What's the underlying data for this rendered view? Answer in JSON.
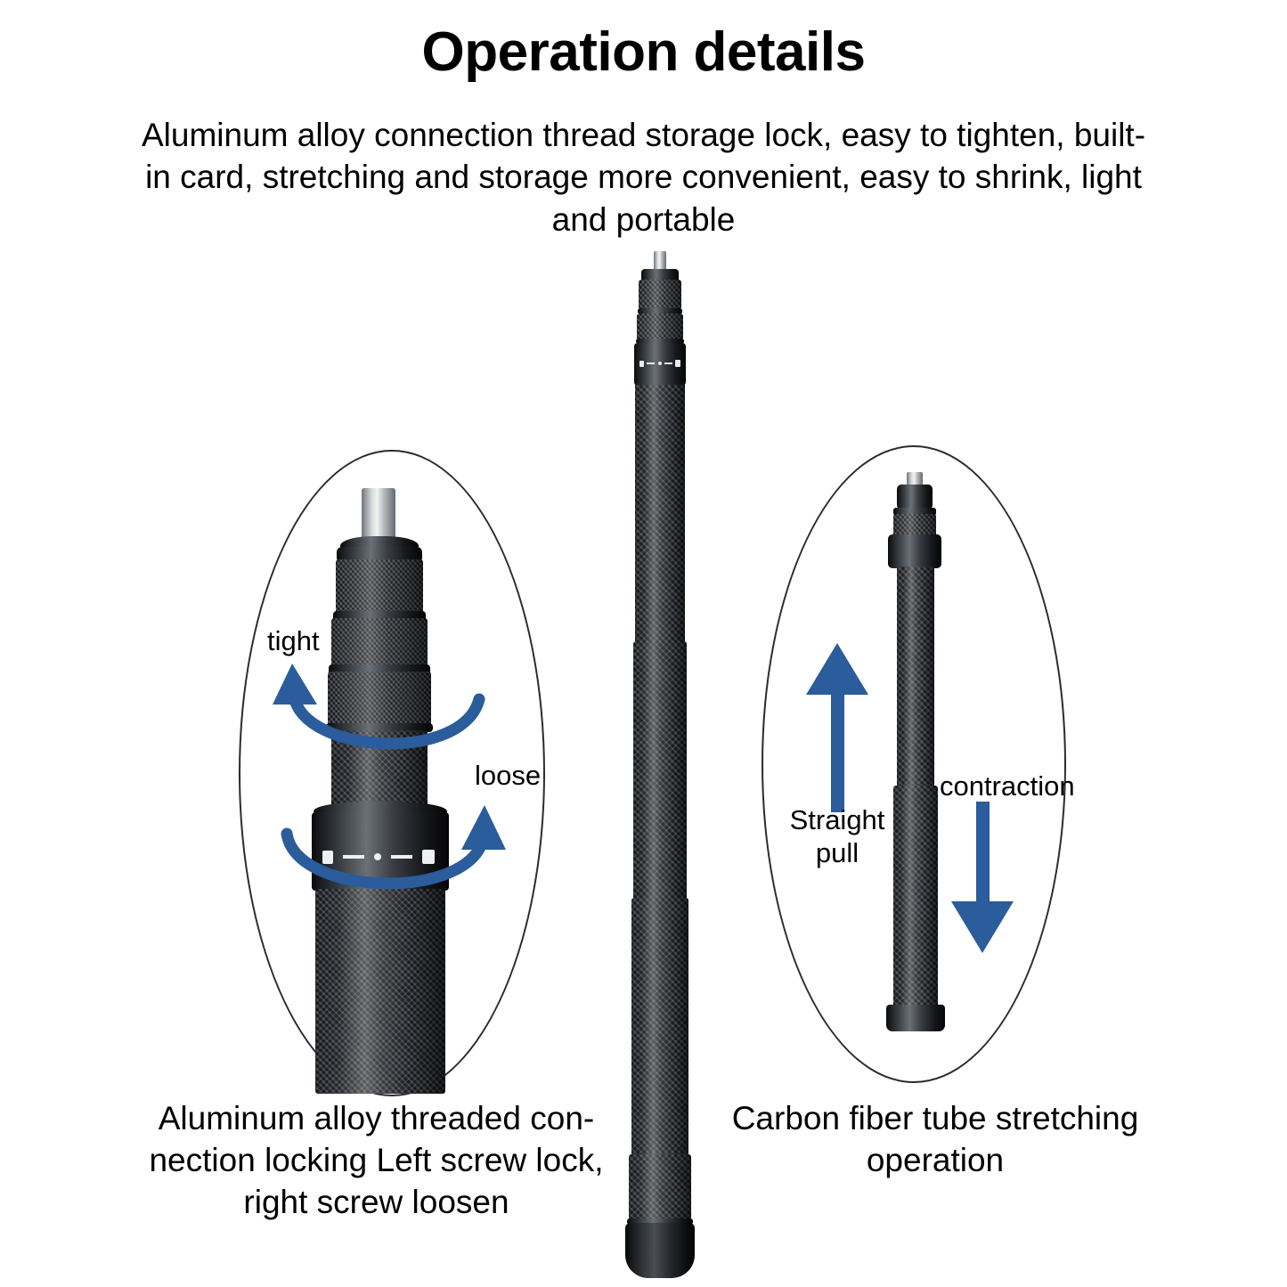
{
  "header": {
    "title": "Operation details",
    "subtitle": "Aluminum alloy connection thread storage lock, easy to tighten, built-in card, stretching and storage more convenient, easy to shrink, light and portable"
  },
  "colors": {
    "background": "#ffffff",
    "text": "#000000",
    "arrow_blue": "#2b5c9b",
    "outline": "#2b2b2b",
    "carbon_dark": "#20242a",
    "metal_highlight": "#6a7077"
  },
  "panels": [
    {
      "id": "left",
      "name": "aluminum-alloy-thread-lock-callout",
      "caption": "Aluminum alloy threaded con-nection locking Left screw lock, right screw loosen",
      "annotations": [
        {
          "label": "tight",
          "direction": "counter-clockwise",
          "arrow": "rotate-left-arrow"
        },
        {
          "label": "loose",
          "direction": "clockwise",
          "arrow": "rotate-right-arrow"
        }
      ],
      "collar_markings": [
        "locked-padlock-icon",
        "left-arrow-icon",
        "dot-icon",
        "right-arrow-icon",
        "unlocked-padlock-icon"
      ]
    },
    {
      "id": "right",
      "name": "carbon-fiber-tube-stretching-callout",
      "caption": "Carbon fiber tube stretching operation",
      "annotations": [
        {
          "label": "Straight pull",
          "direction": "up",
          "arrow": "up-arrow"
        },
        {
          "label": "contraction",
          "direction": "down",
          "arrow": "down-arrow"
        }
      ]
    }
  ],
  "product": {
    "name": "carbon-fiber-monopod-extension-pole",
    "center_view": "fully-extended-monopod",
    "parts": [
      "screw-thread-tip",
      "knurled-aluminum-collar",
      "twist-lock-collar",
      "carbon-fiber-tube-sections",
      "rubber-foot-cap"
    ]
  }
}
